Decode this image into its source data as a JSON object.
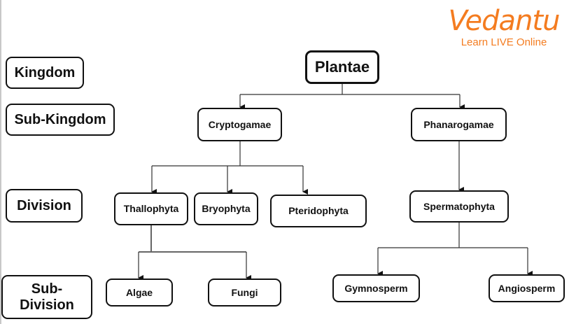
{
  "logo": {
    "brand": "Vedantu",
    "tagline": "Learn LIVE Online",
    "color": "#f47c20"
  },
  "levels": {
    "kingdom": "Kingdom",
    "sub_kingdom": "Sub-Kingdom",
    "division": "Division",
    "sub_division": "Sub-Division"
  },
  "nodes": {
    "plantae": "Plantae",
    "cryptogamae": "Cryptogamae",
    "phanarogamae": "Phanarogamae",
    "thallophyta": "Thallophyta",
    "bryophyta": "Bryophyta",
    "pteridophyta": "Pteridophyta",
    "spermatophyta": "Spermatophyta",
    "algae": "Algae",
    "fungi": "Fungi",
    "gymnosperm": "Gymnosperm",
    "angiosperm": "Angiosperm"
  }
}
